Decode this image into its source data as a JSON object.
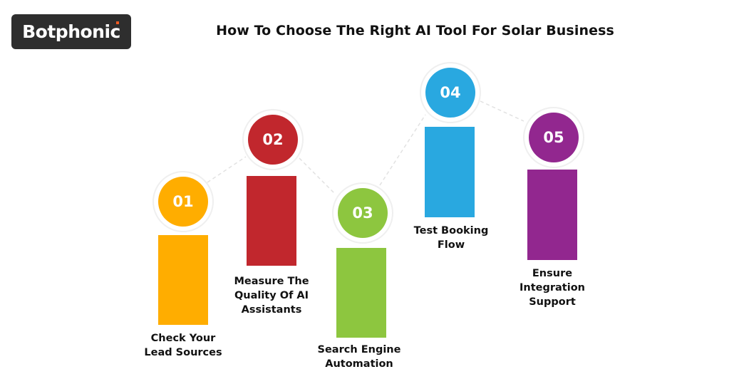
{
  "logo": {
    "text": "Botphonic",
    "accent_color": "#f05a22",
    "bg_color": "#2e2e2e"
  },
  "title": "How To Choose The Right AI Tool For Solar Business",
  "steps": [
    {
      "number": "01",
      "label": "Check Your Lead Sources",
      "label_lines": [
        "Check Your",
        "Lead Sources"
      ],
      "color": "#FFAD00"
    },
    {
      "number": "02",
      "label": "Measure The Quality Of AI Assistants",
      "label_lines": [
        "Measure The",
        "Quality Of AI",
        "Assistants"
      ],
      "color": "#C1272D"
    },
    {
      "number": "03",
      "label": "Search Engine Automation",
      "label_lines": [
        "Search Engine",
        "Automation"
      ],
      "color": "#8DC63F"
    },
    {
      "number": "04",
      "label": "Test Booking Flow",
      "label_lines": [
        "Test Booking",
        "Flow"
      ],
      "color": "#29A8E0"
    },
    {
      "number": "05",
      "label": "Ensure Integration Support",
      "label_lines": [
        "Ensure",
        "Integration",
        "Support"
      ],
      "color": "#92278F"
    }
  ]
}
